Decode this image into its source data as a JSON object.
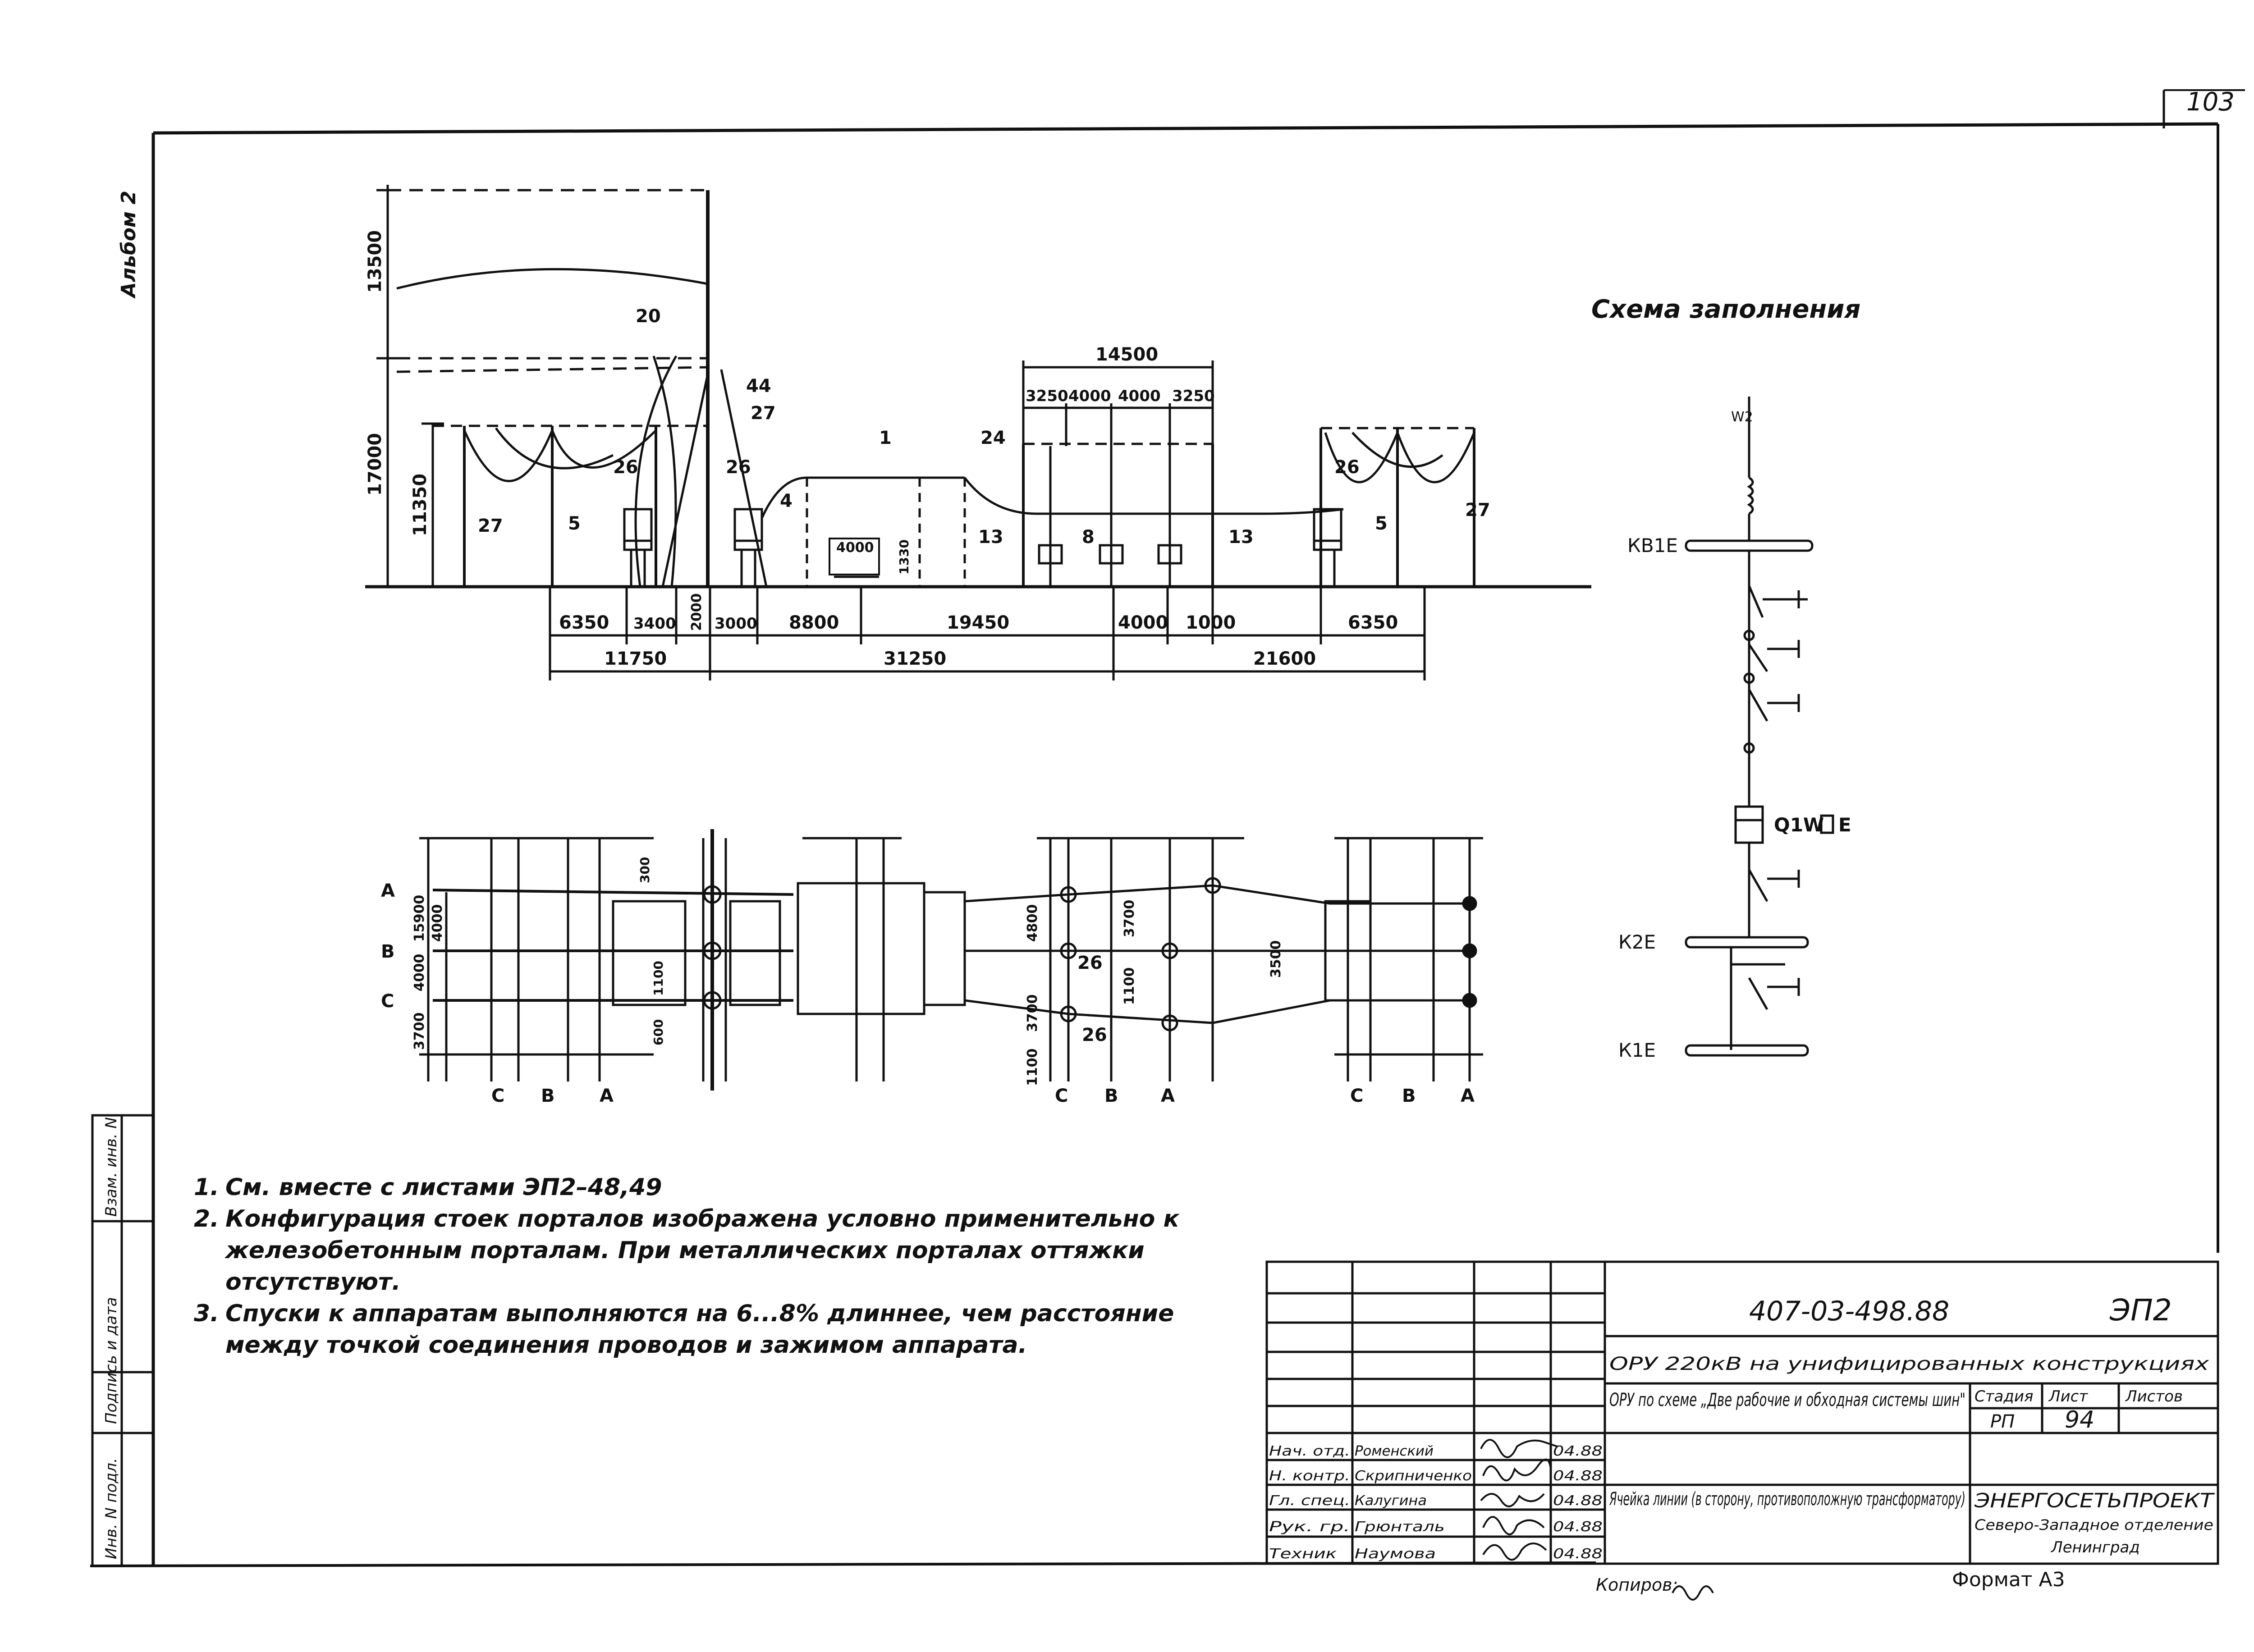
{
  "sheet_number": "103",
  "album_label": "Альбом 2",
  "left_strip": {
    "fields": [
      "Инв. N подл.",
      "Подпись и дата",
      "Взам. инв. N"
    ]
  },
  "scheme": {
    "title": "Схема заполнения",
    "w2_label": "W2",
    "kb1e_label": "КВ1Е",
    "q1w_label": "Q1W",
    "q1w_suffix": "Е",
    "k2e_label": "К2Е",
    "k1e_label": "К1Е"
  },
  "section": {
    "heights": {
      "h13500": "13500",
      "h17000": "17000",
      "h11350": "11350"
    },
    "callouts": {
      "c20": "20",
      "c44": "44",
      "c27": "27",
      "c26a": "26",
      "c26b": "26",
      "c26c": "26",
      "c1": "1",
      "c24": "24",
      "c5a": "5",
      "c5b": "5",
      "c27l": "27",
      "c27r": "27",
      "c13a": "13",
      "c13b": "13",
      "c8": "8",
      "c4": "4"
    },
    "top_dims": {
      "total": "14500",
      "d1": "3250",
      "d2": "4000",
      "d3": "4000",
      "d4": "3250"
    },
    "road": {
      "w": "4000",
      "h": "1330"
    },
    "bottom_row1": [
      "6350",
      "3400",
      "2000",
      "3000",
      "8800",
      "19450",
      "4000",
      "1000",
      "6350"
    ],
    "bottom_row2": [
      "11750",
      "31250",
      "21600"
    ]
  },
  "plan": {
    "phases_left": [
      "А",
      "В",
      "С"
    ],
    "left_dims": [
      "15900",
      "4000",
      "4000",
      "3700"
    ],
    "small_dims": [
      "300",
      "1100",
      "600"
    ],
    "mid_dims": [
      "4800",
      "3700",
      "1100",
      "3700",
      "1100",
      "3500"
    ],
    "callouts": {
      "c26a": "26",
      "c26b": "26"
    },
    "bottom_groups": [
      [
        "С",
        "В",
        "А"
      ],
      [
        "С",
        "В",
        "А"
      ],
      [
        "С",
        "В",
        "А"
      ]
    ]
  },
  "notes": [
    {
      "num": "1.",
      "text": "См. вместе с листами ЭП2–48,49"
    },
    {
      "num": "2.",
      "text": "Конфигурация стоек порталов изображена условно применительно к железобетонным порталам. При металлических порталах оттяжки отсутствуют."
    },
    {
      "num": "3.",
      "text": "Спуски к аппаратам выполняются на 6...8% длиннее, чем расстояние между точкой соединения проводов и зажимом аппарата."
    }
  ],
  "title_block": {
    "doc_code": "407-03-498.88",
    "sheet_code": "ЭП2",
    "title1": "ОРУ 220кВ на унифицированных конструкциях",
    "title2": "ОРУ по схеме „Две рабочие и обходная системы шин\"",
    "title3": "Ячейка линии (в сторону, противоположную трансформатору)",
    "stage_header": "Стадия",
    "sheet_header": "Лист",
    "sheets_header": "Листов",
    "stage_value": "РП",
    "sheet_value": "94",
    "org1": "ЭНЕРГОСЕТЬПРОЕКТ",
    "org2": "Северо-Западное отделение",
    "org3": "Ленинград",
    "people": [
      {
        "role": "Нач. отд.",
        "name": "Роменский",
        "date": "04.88"
      },
      {
        "role": "Н. контр.",
        "name": "Скрипниченко",
        "date": "04.88"
      },
      {
        "role": "Гл. спец.",
        "name": "Калугина",
        "date": "04.88"
      },
      {
        "role": "Рук. гр.",
        "name": "Грюнталь",
        "date": "04.88"
      },
      {
        "role": "Техник",
        "name": "Наумова",
        "date": "04.88"
      }
    ]
  },
  "footer": {
    "copied": "Копиров:",
    "format": "Формат А3"
  }
}
